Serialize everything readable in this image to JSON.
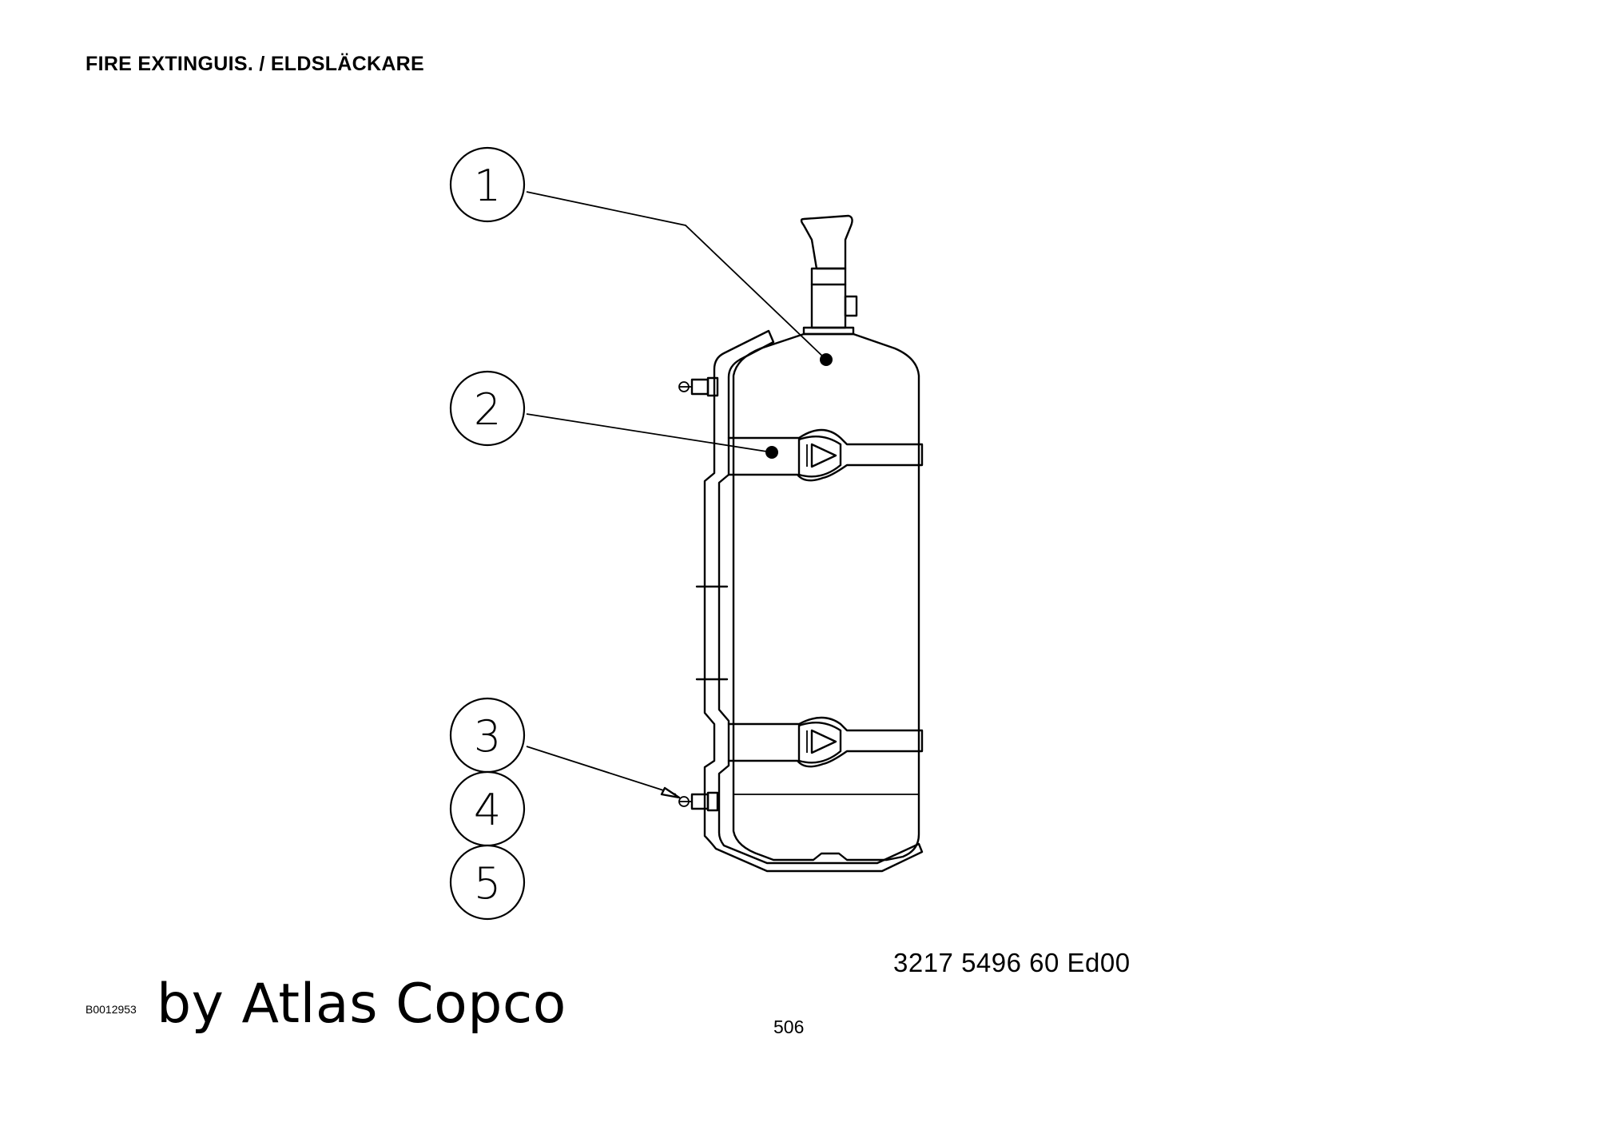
{
  "header": {
    "title": "FIRE EXTINGUIS. / ELDSLÄCKARE"
  },
  "diagram": {
    "balloons": [
      {
        "number": "1"
      },
      {
        "number": "2"
      },
      {
        "number": "3"
      },
      {
        "number": "4"
      },
      {
        "number": "5"
      }
    ]
  },
  "footer": {
    "part_number": "3217 5496 60  Ed00",
    "doc_id": "B0012953",
    "brand": "by Atlas Copco",
    "page_number": "506"
  }
}
